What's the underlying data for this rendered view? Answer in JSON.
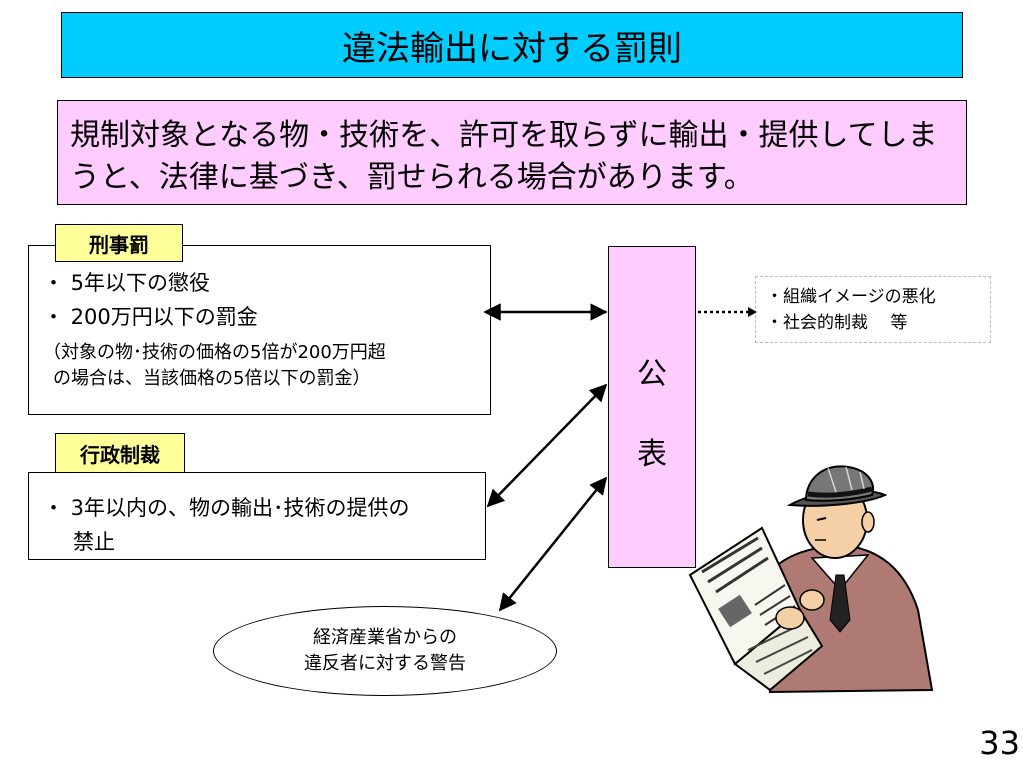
{
  "slide": {
    "title": "違法輸出に対する罰則",
    "notice": "規制対象となる物・技術を、許可を取らずに輸出・提供してしまうと、法律に基づき、罰せられる場合があります。",
    "page_number": "33"
  },
  "criminal": {
    "label": "刑事罰",
    "items": [
      "・ 5年以下の懲役",
      "・ 200万円以下の罰金"
    ],
    "note_lines": [
      "（対象の物･技術の価格の5倍が200万円超",
      "の場合は、当該価格の5倍以下の罰金）"
    ]
  },
  "administrative": {
    "label": "行政制裁",
    "items": [
      "・ 3年以内の、物の輸出･技術の提供の",
      "禁止"
    ]
  },
  "publication": {
    "chars": [
      "公",
      "表"
    ]
  },
  "effects": {
    "items": [
      "・組織イメージの悪化",
      "・社会的制裁　 等"
    ]
  },
  "warning": {
    "lines": [
      "経済産業省からの",
      "違反者に対する警告"
    ]
  },
  "illustration": {
    "icon": "newspaper-reader-icon"
  }
}
